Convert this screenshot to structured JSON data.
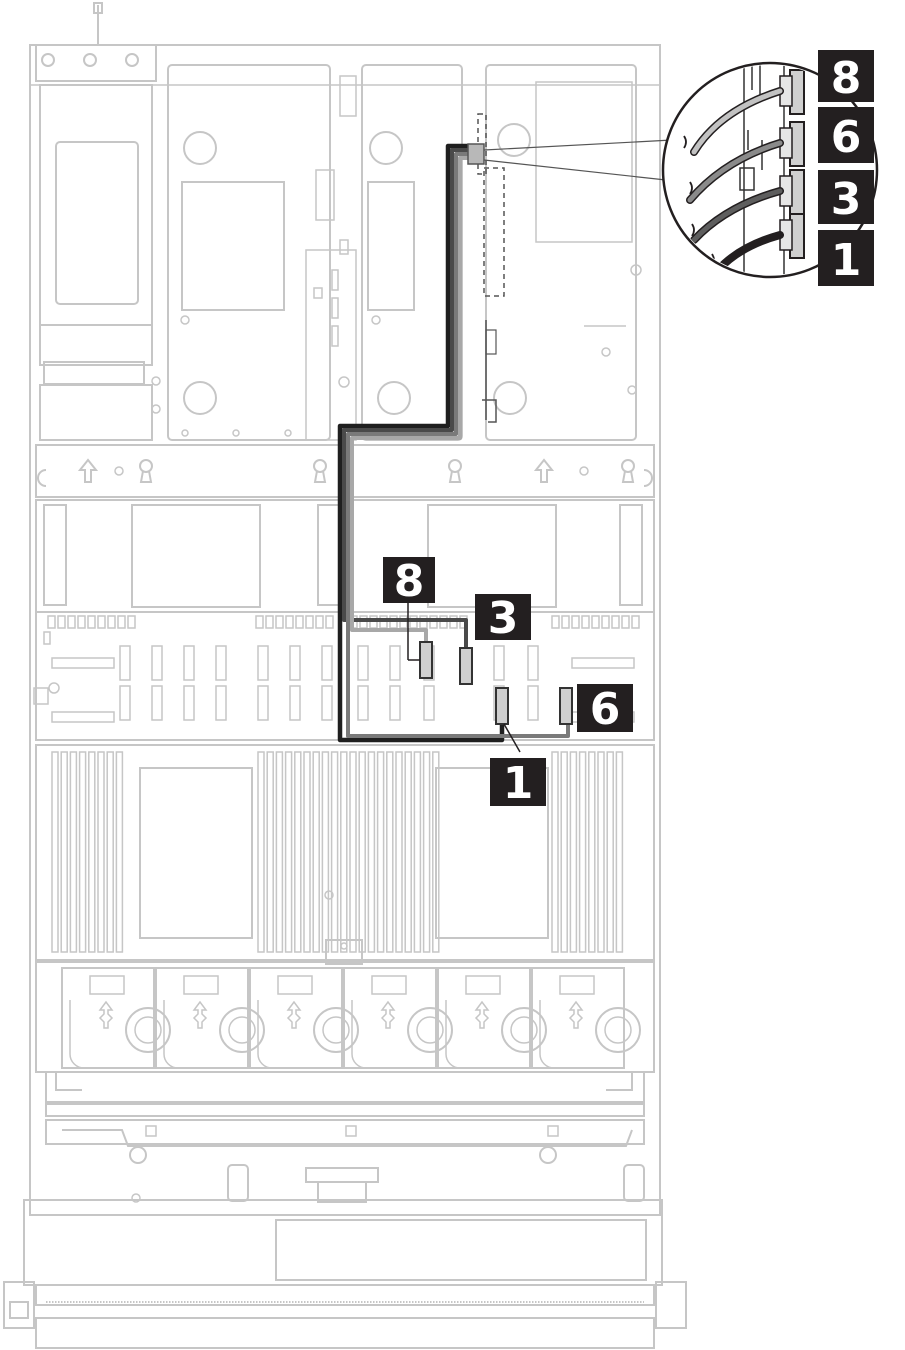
{
  "callouts": {
    "board": [
      {
        "key": "8",
        "text": "8"
      },
      {
        "key": "3",
        "text": "3"
      },
      {
        "key": "6",
        "text": "6"
      },
      {
        "key": "1",
        "text": "1"
      }
    ],
    "zoom": [
      {
        "key": "8",
        "text": "8"
      },
      {
        "key": "6",
        "text": "6"
      },
      {
        "key": "3",
        "text": "3"
      },
      {
        "key": "1",
        "text": "1"
      }
    ]
  },
  "colors": {
    "chassis_line": "#c6c6c6",
    "label_fill": "#231f20",
    "label_text": "#ffffff",
    "cable_1": "#1f1f1f",
    "cable_3": "#4a4a4a",
    "cable_6": "#7a7a7a",
    "cable_8": "#a8a8a8"
  },
  "icons": {
    "airflow": "up-arrow-icon",
    "fan_airflow": "fan-airflow-icon",
    "keyhole": "keyhole-icon"
  }
}
